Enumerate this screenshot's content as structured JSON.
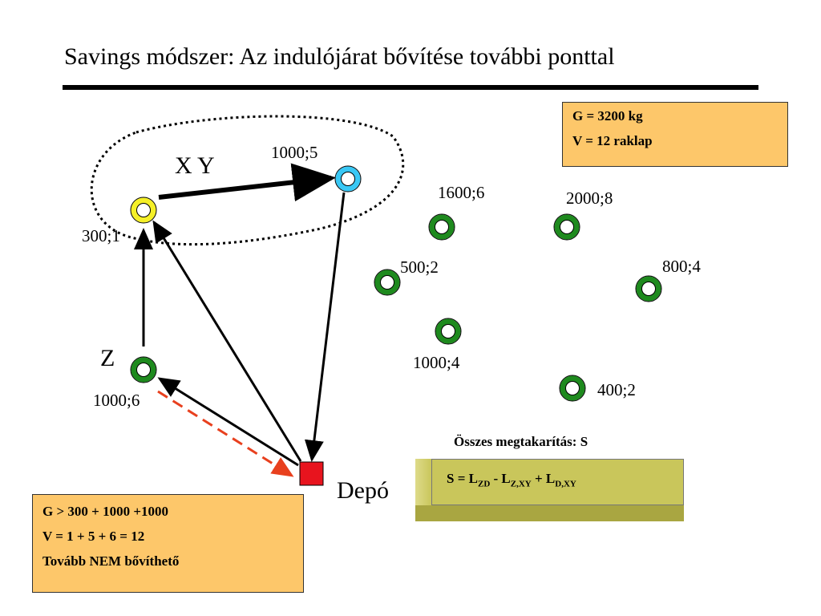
{
  "title": "Savings módszer: Az indulójárat bővítése további ponttal",
  "capacity_box": {
    "line1": "G = 3200 kg",
    "line2": "V = 12 raklap"
  },
  "nodes": {
    "x": {
      "label": "300;1",
      "color": "#f5f028"
    },
    "y": {
      "label": "1000;5",
      "color": "#39c8f5"
    },
    "z": {
      "label": "1000;6",
      "color": "#1e8a1e"
    },
    "n1600": {
      "label": "1600;6",
      "color": "#1e8a1e"
    },
    "n2000": {
      "label": "2000;8",
      "color": "#1e8a1e"
    },
    "n500": {
      "label": "500;2",
      "color": "#1e8a1e"
    },
    "n800": {
      "label": "800;4",
      "color": "#1e8a1e"
    },
    "n1000": {
      "label": "1000;4",
      "color": "#1e8a1e"
    },
    "n400": {
      "label": "400;2",
      "color": "#1e8a1e"
    }
  },
  "labels": {
    "xy": "X Y",
    "z": "Z",
    "depot": "Depó"
  },
  "depot_color": "#e8141e",
  "savings": {
    "caption": "Összes megtakarítás: S",
    "formula_prefix": "S =  L",
    "sub1": "ZD",
    "mid": "  - L",
    "sub2": "Z,XY",
    "plus": " + L",
    "sub3": "D,XY"
  },
  "load_box": {
    "line1": "G > 300 + 1000 +1000",
    "line2": "V = 1 + 5 + 6 = 12",
    "line3": "Tovább NEM bővíthető"
  }
}
